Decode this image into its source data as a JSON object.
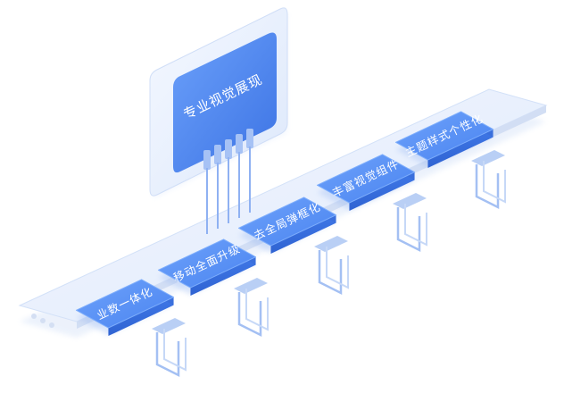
{
  "hub": {
    "label": "专业视觉展现"
  },
  "modules": [
    {
      "label": "业数一体化"
    },
    {
      "label": "移动全面升级"
    },
    {
      "label": "去全局弹框化"
    },
    {
      "label": "丰富视觉组件"
    },
    {
      "label": "主题样式个性化"
    }
  ],
  "colors": {
    "tile_top": "#5b93f7",
    "tile_side": "#3d74e3",
    "hub_panel": "#4b86f2",
    "rail": "#e6eefc",
    "wire": "#8fb1f2"
  }
}
